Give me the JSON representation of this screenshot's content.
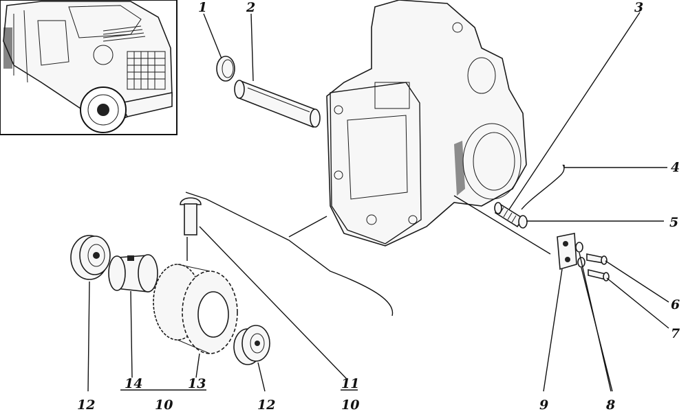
{
  "callouts": {
    "c1": "1",
    "c2": "2",
    "c3": "3",
    "c4": "4",
    "c5": "5",
    "c6": "6",
    "c7": "7",
    "c8": "8",
    "c9": "9",
    "c10_left": "10",
    "c10_right": "10",
    "c11": "11",
    "c12_left": "12",
    "c12_right": "12",
    "c13": "13",
    "c14": "14"
  },
  "colors": {
    "ink": "#111111",
    "paper": "#ffffff"
  }
}
